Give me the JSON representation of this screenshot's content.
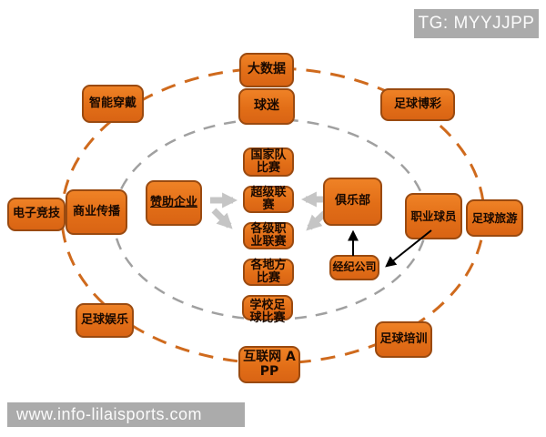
{
  "watermarks": {
    "top_right": "TG: MYYJJPP",
    "bottom_left": "www.info-lilaisports.com"
  },
  "colors": {
    "node_fill": "#e8701a",
    "node_border": "#9a4a10",
    "outer_ring": "#cf6a1d",
    "inner_ring": "#a0a0a0",
    "gray_arrow": "#c5c5c5",
    "black_arrow": "#000000",
    "watermark_bg": "#ababab",
    "background": "#ffffff"
  },
  "nodes": {
    "big_data": "大数据",
    "fans": "球迷",
    "national_team_matches": "国家队比赛",
    "super_league": "超级联赛",
    "pro_leagues": "各级职业联赛",
    "local_matches": "各地方比赛",
    "school_football_matches": "学校足球比赛",
    "internet_app": "互联网 APP",
    "smart_wearables": "智能穿戴",
    "esports": "电子竞技",
    "commercial_media": "商业传播",
    "sponsors": "赞助企业",
    "football_entertainment": "足球娱乐",
    "football_betting": "足球博彩",
    "club": "俱乐部",
    "pro_players": "职业球员",
    "football_tourism": "足球旅游",
    "agent_company": "经纪公司",
    "football_training": "足球培训"
  },
  "edges": [
    {
      "from": "赞助企业",
      "to": "超级联赛",
      "style": "gray-block-arrow"
    },
    {
      "from": "赞助企业",
      "to": "各级职业联赛",
      "style": "gray-block-arrow"
    },
    {
      "from": "俱乐部",
      "to": "超级联赛",
      "style": "gray-block-arrow"
    },
    {
      "from": "俱乐部",
      "to": "各级职业联赛",
      "style": "gray-block-arrow"
    },
    {
      "from": "经纪公司",
      "to": "俱乐部",
      "style": "black-thin-arrow"
    },
    {
      "from": "职业球员",
      "to": "经纪公司",
      "style": "black-thin-arrow"
    }
  ]
}
